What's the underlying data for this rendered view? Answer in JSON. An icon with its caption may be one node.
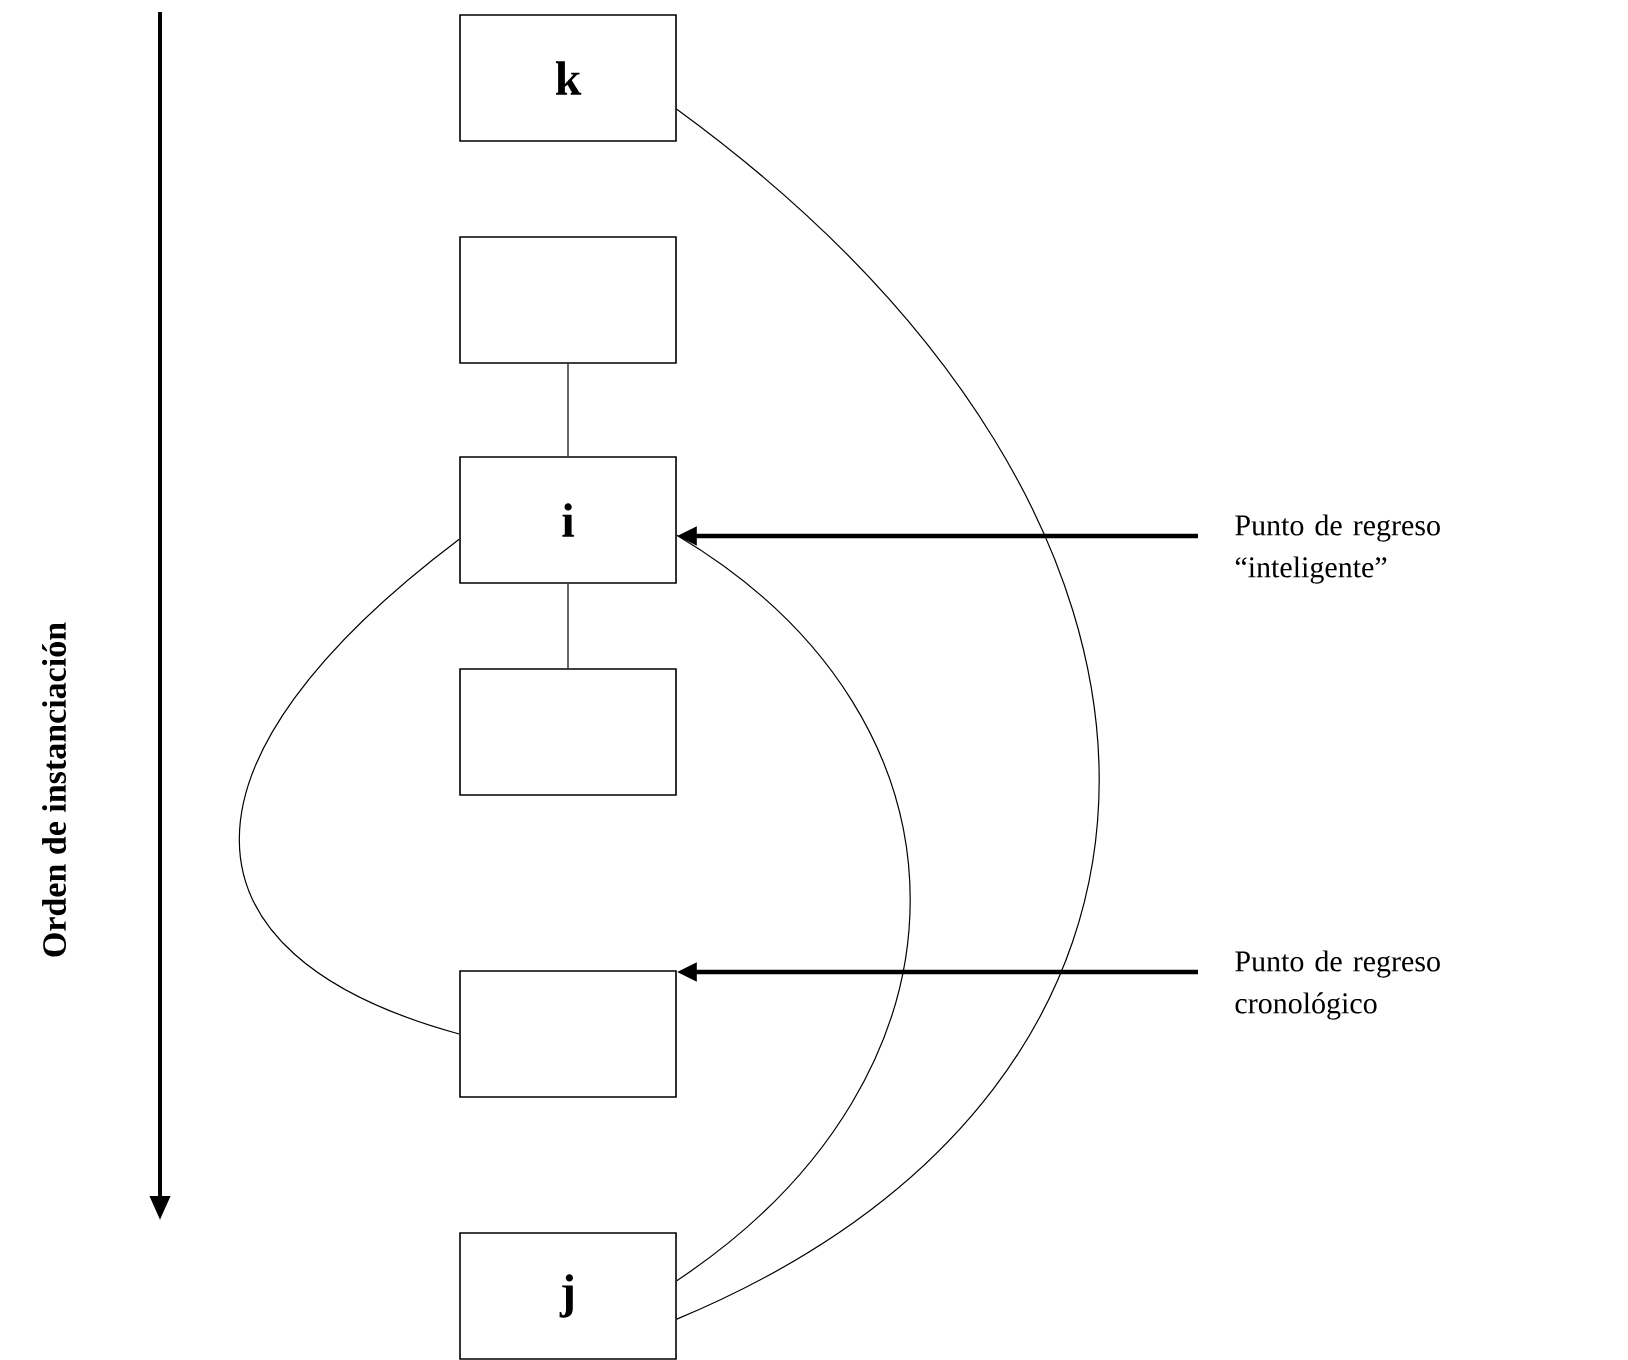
{
  "diagram": {
    "nodes": [
      {
        "text": [
          "k"
        ]
      },
      {
        "text": [],
        "shape": "box"
      },
      {
        "text": [
          "i"
        ]
      },
      {
        "text": [],
        "shape": "box"
      },
      {
        "text": [],
        "shape": "box"
      },
      {
        "text": [
          "j"
        ]
      },
      {
        "text": [
          "Punto de regreso “inteligente”"
        ]
      },
      {
        "text": [
          "Punto de regreso cronológico"
        ]
      }
    ],
    "edges": [
      {
        "from": 1,
        "to": 2,
        "arrow": "none"
      },
      {
        "from": 2,
        "to": 3,
        "arrow": "none"
      },
      {
        "from": 0,
        "to": 5,
        "arrow": "none"
      },
      {
        "from": 2,
        "to": 5,
        "arrow": "none"
      },
      {
        "from": 4,
        "to": 2,
        "arrow": "none"
      },
      {
        "from": 6,
        "to": 2,
        "arrow": "to",
        "style": "thick"
      },
      {
        "from": 7,
        "to": 4,
        "arrow": "to",
        "style": "thick"
      }
    ],
    "labels": [
      "Orden de instanciación"
    ]
  }
}
